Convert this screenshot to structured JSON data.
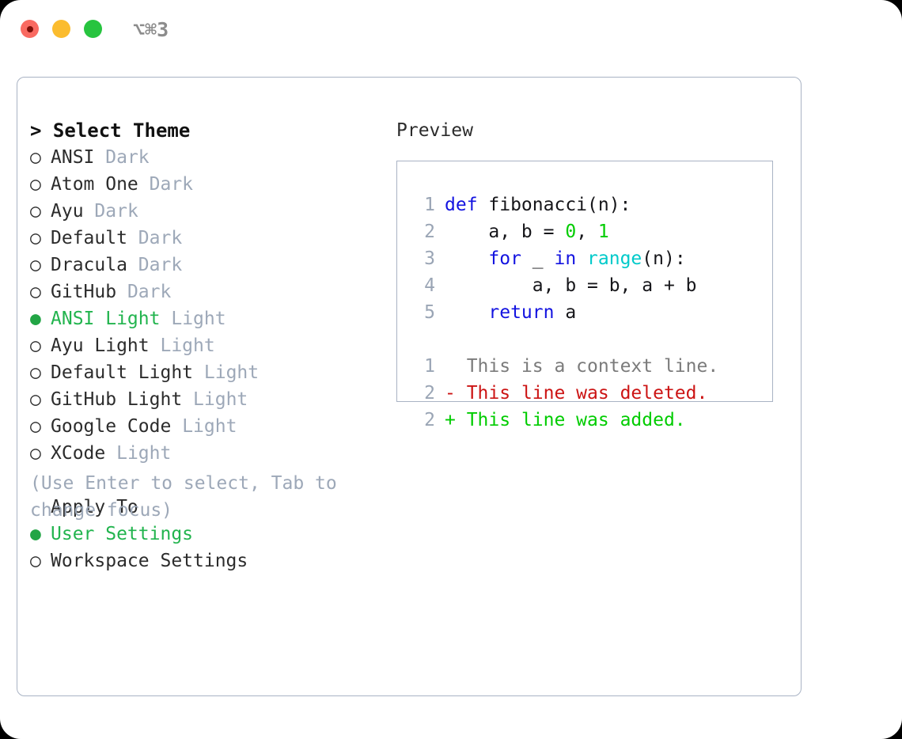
{
  "window": {
    "shortcut": "⌥⌘3",
    "traffic_lights": [
      "close",
      "minimize",
      "maximize"
    ],
    "colors": {
      "close": "#f96a61",
      "minimize": "#fbbc2e",
      "maximize": "#27c43f",
      "panel_border": "#a9b3c4",
      "accent_green": "#22b44e",
      "muted": "#9da8b8"
    }
  },
  "theme_list": {
    "header": "> Select Theme",
    "items": [
      {
        "marker": "○",
        "name": "ANSI",
        "tag": "Dark",
        "selected": false
      },
      {
        "marker": "○",
        "name": "Atom One",
        "tag": "Dark",
        "selected": false
      },
      {
        "marker": "○",
        "name": "Ayu",
        "tag": "Dark",
        "selected": false
      },
      {
        "marker": "○",
        "name": "Default",
        "tag": "Dark",
        "selected": false
      },
      {
        "marker": "○",
        "name": "Dracula",
        "tag": "Dark",
        "selected": false
      },
      {
        "marker": "○",
        "name": "GitHub",
        "tag": "Dark",
        "selected": false
      },
      {
        "marker": "●",
        "name": "ANSI Light",
        "tag": "Light",
        "selected": true
      },
      {
        "marker": "○",
        "name": "Ayu Light",
        "tag": "Light",
        "selected": false
      },
      {
        "marker": "○",
        "name": "Default Light",
        "tag": "Light",
        "selected": false
      },
      {
        "marker": "○",
        "name": "GitHub Light",
        "tag": "Light",
        "selected": false
      },
      {
        "marker": "○",
        "name": "Google Code",
        "tag": "Light",
        "selected": false
      },
      {
        "marker": "○",
        "name": "XCode",
        "tag": "Light",
        "selected": false
      }
    ]
  },
  "apply_to": {
    "label": "Apply To",
    "items": [
      {
        "marker": "●",
        "name": "User Settings",
        "selected": true
      },
      {
        "marker": "○",
        "name": "Workspace Settings",
        "selected": false
      }
    ]
  },
  "hint": "(Use Enter to select, Tab to change focus)",
  "preview": {
    "title": "Preview",
    "code_lines": [
      {
        "n": "1",
        "tokens": [
          {
            "t": "def",
            "c": "kw"
          },
          {
            "t": " fibonacci(n):",
            "c": "plain"
          }
        ]
      },
      {
        "n": "2",
        "tokens": [
          {
            "t": "    a, b = ",
            "c": "plain"
          },
          {
            "t": "0",
            "c": "num"
          },
          {
            "t": ", ",
            "c": "plain"
          },
          {
            "t": "1",
            "c": "num"
          }
        ]
      },
      {
        "n": "3",
        "tokens": [
          {
            "t": "    ",
            "c": "plain"
          },
          {
            "t": "for",
            "c": "kw"
          },
          {
            "t": " _ ",
            "c": "plain"
          },
          {
            "t": "in",
            "c": "kw"
          },
          {
            "t": " ",
            "c": "plain"
          },
          {
            "t": "range",
            "c": "fn"
          },
          {
            "t": "(n):",
            "c": "plain"
          }
        ]
      },
      {
        "n": "4",
        "tokens": [
          {
            "t": "        a, b = b, a + b",
            "c": "plain"
          }
        ]
      },
      {
        "n": "5",
        "tokens": [
          {
            "t": "    ",
            "c": "plain"
          },
          {
            "t": "return",
            "c": "kw"
          },
          {
            "t": " a",
            "c": "plain"
          }
        ]
      }
    ],
    "diff_lines": [
      {
        "n": "1",
        "prefix": "  ",
        "text": "This is a context line.",
        "kind": "ctx"
      },
      {
        "n": "2",
        "prefix": "- ",
        "text": "This line was deleted.",
        "kind": "del"
      },
      {
        "n": "2",
        "prefix": "+ ",
        "text": "This line was added.",
        "kind": "add"
      }
    ]
  }
}
